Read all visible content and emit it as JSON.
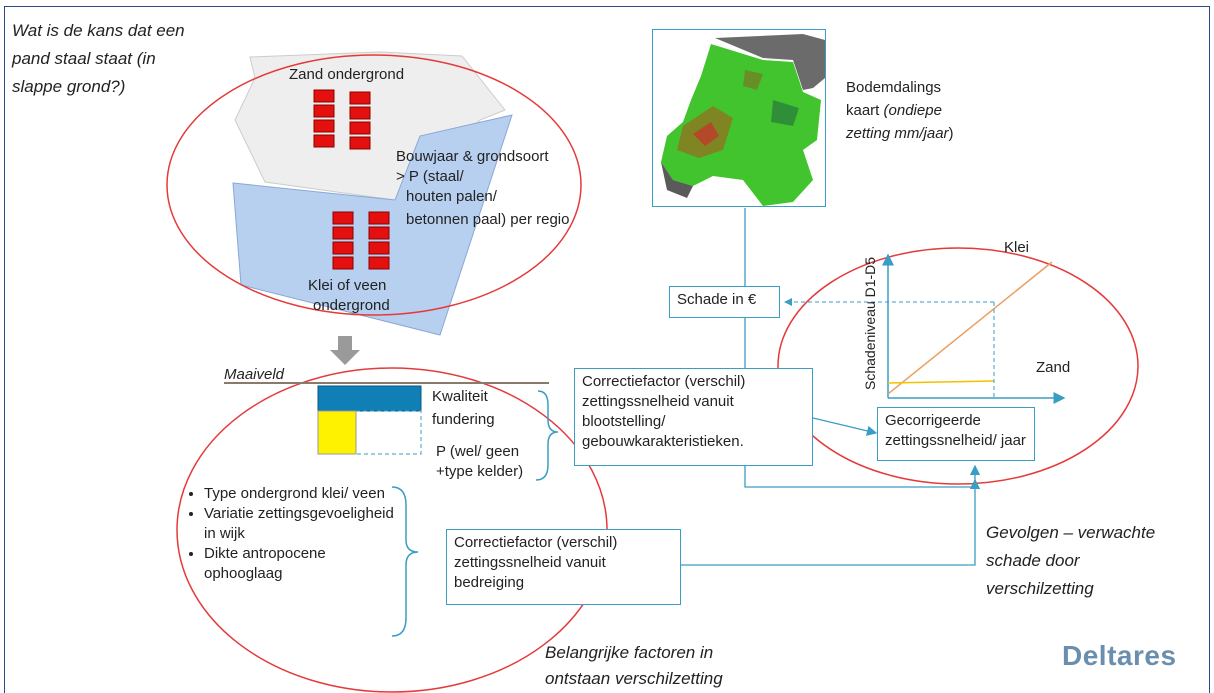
{
  "header": {
    "title_fragment": "Figure diagram"
  },
  "question": {
    "line1": "Wat is de kans dat een",
    "line2": "pand staal staat (in",
    "line3": "slappe grond?)"
  },
  "soil": {
    "sand_label": "Zand ondergrond",
    "clay_label_1": "Klei of veen",
    "clay_label_2": "ondergrond",
    "prob_1": "Bouwjaar & grondsoort",
    "prob_2": "> P (staal/",
    "prob_3": "houten palen/",
    "prob_4": "betonnen paal) per regio"
  },
  "foundation": {
    "maaiveld": "Maaiveld",
    "kwaliteit_1": "Kwaliteit",
    "kwaliteit_2": "fundering",
    "kelder_1": "P (wel/ geen",
    "kelder_2": "+type kelder)"
  },
  "factors": {
    "items": [
      "Type ondergrond klei/ veen",
      "Variatie zettingsgevoeligheid in wijk",
      "Dikte antropocene ophooglaag"
    ],
    "caption_1": "Belangrijke factoren in",
    "caption_2": "ontstaan verschilzetting"
  },
  "boxes": {
    "bedreiging_1": "Correctiefactor (verschil)",
    "bedreiging_2": "zettingssnelheid vanuit",
    "bedreiging_3": "bedreiging",
    "blootstelling_1": "Correctiefactor (verschil)",
    "blootstelling_2": "zettingssnelheid vanuit",
    "blootstelling_3": "blootstelling/",
    "blootstelling_4": "gebouwkarakteristieken.",
    "schade": "Schade in €",
    "gecorrigeerd_1": "Gecorrigeerde",
    "gecorrigeerd_2": "zettingssnelheid/ jaar"
  },
  "map": {
    "caption_1": "Bodemdalings",
    "caption_2": "kaart",
    "caption_3": "(ondiepe",
    "caption_4": "zetting mm/jaar",
    "caption_5": ")"
  },
  "chart": {
    "ylabel": "Schadeniveau D1-D5",
    "line_klei": "Klei",
    "line_zand": "Zand",
    "klei_color": "#e8a060",
    "zand_color": "#f2c200"
  },
  "consequences": {
    "line1": "Gevolgen – verwachte",
    "line2": "schade door",
    "line3": "verschilzetting"
  },
  "logo": {
    "text": "Deltares"
  },
  "colors": {
    "frame": "#2f4a8a",
    "box_border": "#3a9dc4",
    "ellipse": "#e53a3a",
    "house": "#e41010",
    "clay_fill": "#b7d0f0",
    "sand_fill": "#eeeeee"
  }
}
